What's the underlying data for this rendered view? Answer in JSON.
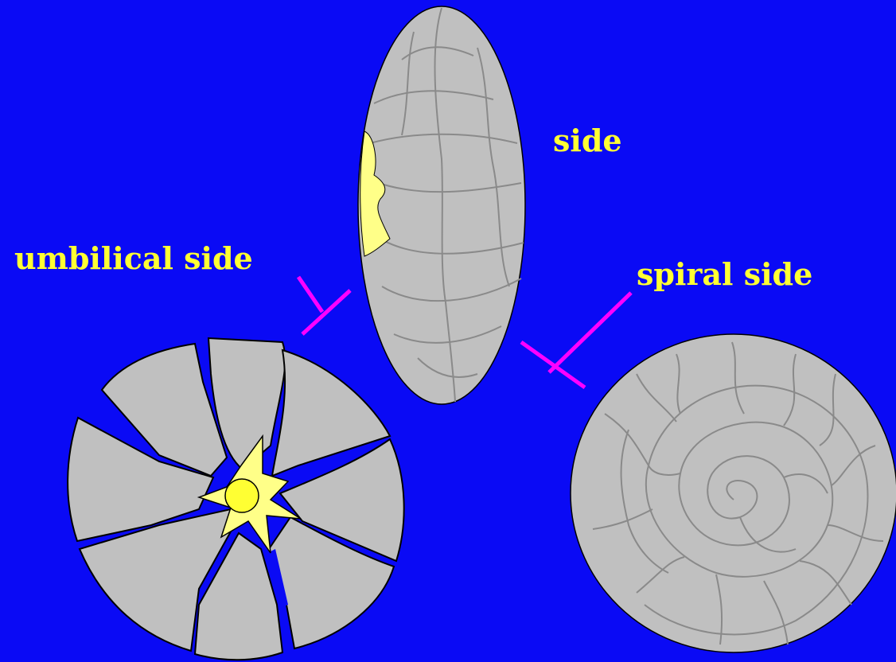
{
  "labels": {
    "side": "side",
    "umbilical_side": "umbilical side",
    "spiral_side": "spiral side"
  },
  "colors": {
    "background": "#0a0af5",
    "shell_fill": "#c0c0c0",
    "suture_line": "#8a8a8a",
    "aperture_fill": "#ffff88",
    "label_text": "#ffff33",
    "pointer": "#ff00ff"
  }
}
